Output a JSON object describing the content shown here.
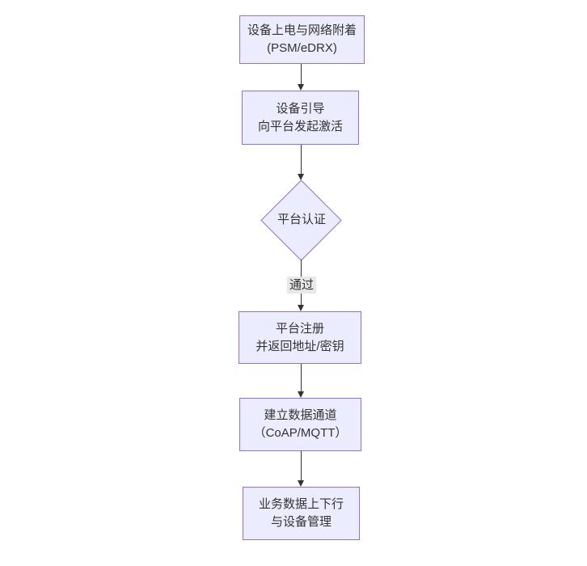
{
  "diagram": {
    "type": "flowchart",
    "direction": "top-down",
    "colors": {
      "canvas_bg": "#ffffff",
      "node_fill": "#ececff",
      "node_border": "#9370db",
      "node_text": "#333333",
      "edge_line": "#333333",
      "edge_label_bg": "#e8e8e8",
      "edge_label_text": "#333333"
    },
    "nodes": [
      {
        "id": "A",
        "shape": "rectangle",
        "lines": [
          "设备上电与网络附着",
          "(PSM/eDRX)"
        ]
      },
      {
        "id": "B",
        "shape": "rectangle",
        "lines": [
          "设备引导",
          "向平台发起激活"
        ]
      },
      {
        "id": "C",
        "shape": "diamond",
        "lines": [
          "平台认证"
        ]
      },
      {
        "id": "D",
        "shape": "rectangle",
        "lines": [
          "平台注册",
          "并返回地址/密钥"
        ]
      },
      {
        "id": "E",
        "shape": "rectangle",
        "lines": [
          "建立数据通道",
          "（CoAP/MQTT）"
        ]
      },
      {
        "id": "F",
        "shape": "rectangle",
        "lines": [
          "业务数据上下行",
          "与设备管理"
        ]
      }
    ],
    "edges": [
      {
        "from": "A",
        "to": "B",
        "label": ""
      },
      {
        "from": "B",
        "to": "C",
        "label": ""
      },
      {
        "from": "C",
        "to": "D",
        "label": "通过"
      },
      {
        "from": "D",
        "to": "E",
        "label": ""
      },
      {
        "from": "E",
        "to": "F",
        "label": ""
      }
    ]
  }
}
